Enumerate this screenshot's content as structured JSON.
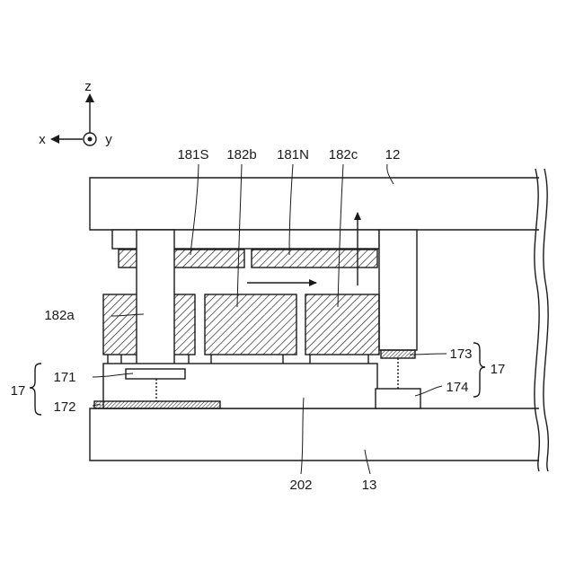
{
  "axes": {
    "z": "z",
    "x": "x",
    "y": "y"
  },
  "labels": {
    "l181S": "181S",
    "l182b": "182b",
    "l181N": "181N",
    "l182c": "182c",
    "l12": "12",
    "l182a": "182a",
    "l171": "171",
    "l172": "172",
    "l17_left": "17",
    "l173": "173",
    "l174": "174",
    "l17_right": "17",
    "l202": "202",
    "l13": "13"
  },
  "colors": {
    "line": "#1a1a1a",
    "background": "#ffffff"
  }
}
